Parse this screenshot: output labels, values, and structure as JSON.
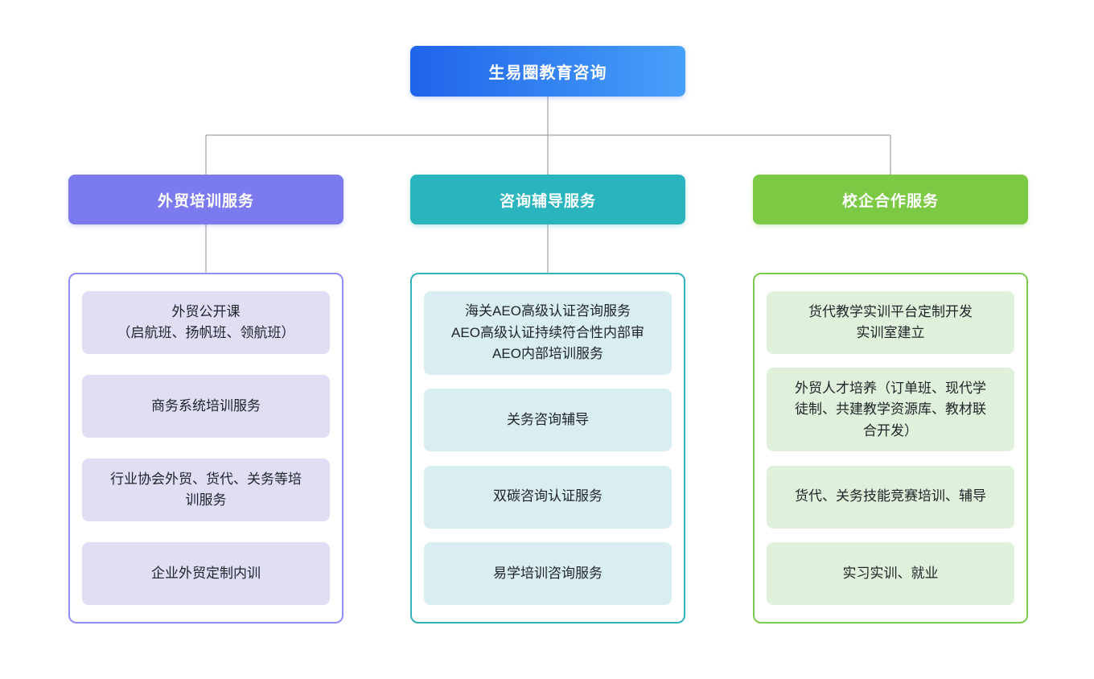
{
  "root": {
    "label": "生易圈教育咨询"
  },
  "colors": {
    "root_gradient_start": "#1f64ea",
    "root_gradient_end": "#47a0f9",
    "branch_purple": "#7b7bef",
    "branch_teal": "#29b4be",
    "branch_green": "#7cc944",
    "item_bg_purple": "#e0def5",
    "item_bg_teal": "#d9eef1",
    "item_bg_green": "#dff1db",
    "connector_line": "#8a9096",
    "header_text": "#ffffff",
    "item_text": "#1f2329"
  },
  "columns": [
    {
      "header": "外贸培训服务",
      "items": [
        {
          "text": "外贸公开课\n（启航班、扬帆班、领航班）"
        },
        {
          "text": "商务系统培训服务"
        },
        {
          "text": "行业协会外贸、货代、关务等培\n训服务"
        },
        {
          "text": "企业外贸定制内训"
        }
      ]
    },
    {
      "header": "咨询辅导服务",
      "items": [
        {
          "text": "海关AEO高级认证咨询服务\nAEO高级认证持续符合性内部审\nAEO内部培训服务"
        },
        {
          "text": "关务咨询辅导"
        },
        {
          "text": "双碳咨询认证服务"
        },
        {
          "text": "易学培训咨询服务"
        }
      ]
    },
    {
      "header": "校企合作服务",
      "items": [
        {
          "text": "货代教学实训平台定制开发\n实训室建立"
        },
        {
          "text": "外贸人才培养（订单班、现代学\n徒制、共建教学资源库、教材联\n合开发）"
        },
        {
          "text": "货代、关务技能竞赛培训、辅导"
        },
        {
          "text": "实习实训、就业"
        }
      ]
    }
  ]
}
